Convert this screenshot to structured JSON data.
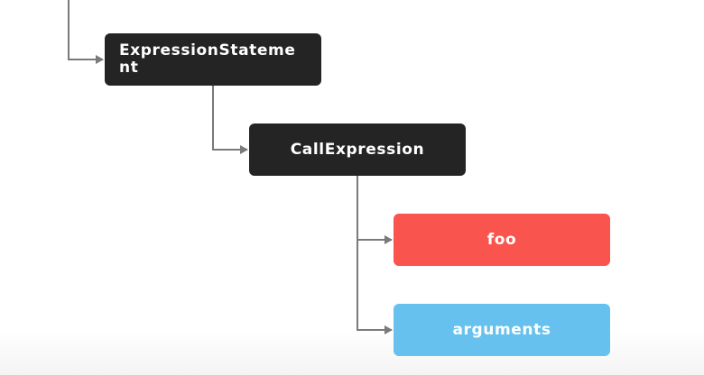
{
  "tree": {
    "nodes": [
      {
        "label": "ExpressionStatement"
      },
      {
        "label": "CallExpression"
      },
      {
        "label": "foo"
      },
      {
        "label": "arguments"
      }
    ]
  },
  "colors": {
    "dark_node": "#242424",
    "identifier_node": "#f9544e",
    "arguments_node": "#67c1ee",
    "connector": "#7a7a7a"
  }
}
